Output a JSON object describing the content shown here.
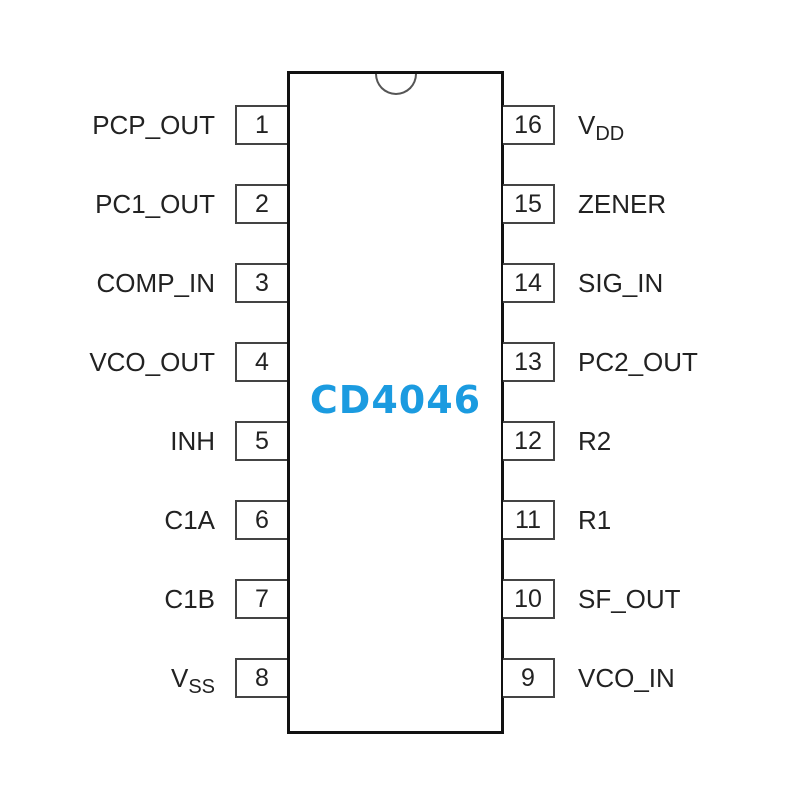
{
  "chip": {
    "name": "CD4046",
    "logo_color": "#1b9be0"
  },
  "left_pins": [
    {
      "num": "1",
      "label": "PCP_OUT"
    },
    {
      "num": "2",
      "label": "PC1_OUT"
    },
    {
      "num": "3",
      "label": "COMP_IN"
    },
    {
      "num": "4",
      "label": "VCO_OUT"
    },
    {
      "num": "5",
      "label": "INH"
    },
    {
      "num": "6",
      "label": "C1A"
    },
    {
      "num": "7",
      "label": "C1B"
    },
    {
      "num": "8",
      "label": "V",
      "sub": "SS"
    }
  ],
  "right_pins": [
    {
      "num": "16",
      "label": "V",
      "sub": "DD"
    },
    {
      "num": "15",
      "label": "ZENER"
    },
    {
      "num": "14",
      "label": "SIG_IN"
    },
    {
      "num": "13",
      "label": "PC2_OUT"
    },
    {
      "num": "12",
      "label": "R2"
    },
    {
      "num": "11",
      "label": "R1"
    },
    {
      "num": "10",
      "label": "SF_OUT"
    },
    {
      "num": "9",
      "label": "VCO_IN"
    }
  ]
}
